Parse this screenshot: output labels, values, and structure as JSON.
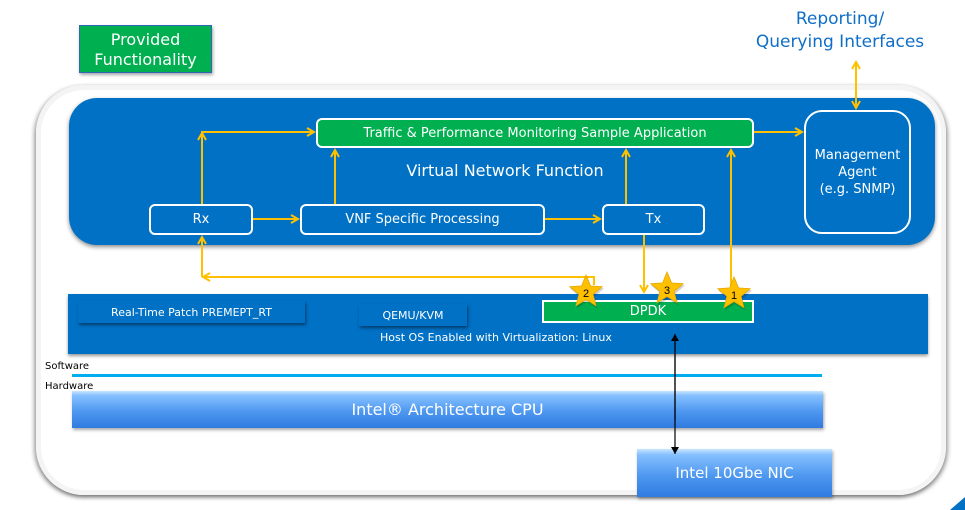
{
  "labels": {
    "provided_functionality": "Provided Functionality",
    "reporting_interfaces": "Reporting/ Querying Interfaces"
  },
  "vnf": {
    "title": "Virtual Network Function",
    "traffic_app": "Traffic & Performance Monitoring Sample Application",
    "rx": "Rx",
    "vnf_processing": "VNF Specific Processing",
    "tx": "Tx",
    "management_agent": {
      "line1": "Management",
      "line2": "Agent",
      "line3": "(e.g. SNMP)"
    }
  },
  "host": {
    "rt_patch": "Real-Time Patch PREMEPT_RT",
    "qemu": "QEMU/KVM",
    "host_os": "Host OS Enabled with Virtualization:  Linux",
    "dpdk": "DPDK"
  },
  "layers": {
    "software": "Software",
    "hardware": "Hardware"
  },
  "hardware": {
    "cpu": "Intel® Architecture CPU",
    "nic": "Intel 10Gbe NIC"
  },
  "stars": [
    {
      "label": "1"
    },
    {
      "label": "2"
    },
    {
      "label": "3"
    }
  ],
  "colors": {
    "intel_blue": "#0071c5",
    "green": "#00b050",
    "arrow": "#ffc000",
    "text_blue": "#0f6fc6",
    "divider": "#00aeef"
  }
}
